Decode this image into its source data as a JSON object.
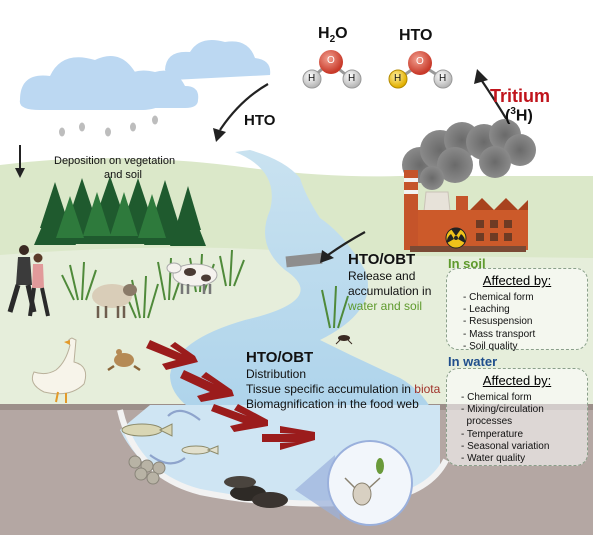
{
  "molecules": {
    "water": {
      "formula_main": "H",
      "formula_sub": "2",
      "formula_tail": "O",
      "atoms": {
        "o": "O",
        "h1": "H",
        "h2": "H"
      }
    },
    "hto": {
      "formula": "HTO",
      "atoms": {
        "o": "O",
        "t": "H",
        "h": "H"
      }
    }
  },
  "source": {
    "name": "Tritium",
    "symbol_open": "(",
    "symbol_sup": "3",
    "symbol_rest": "H)"
  },
  "labels": {
    "hto_air": "HTO",
    "deposition_line1": "Deposition on vegetation",
    "deposition_line2": "and soil",
    "release_title": "HTO/OBT",
    "release_line1": "Release and",
    "release_line2": "accumulation in",
    "release_line3_plain": "water and ",
    "release_line3_soil": "soil",
    "biota_title": "HTO/OBT",
    "biota_line1": "Distribution",
    "biota_line2_plain": "Tissue specific accumulation in ",
    "biota_line2_biota": "biota",
    "biota_line3": "Biomagnification in the food web"
  },
  "soil": {
    "title": "In soil",
    "affected": "Affected by:",
    "items": [
      "- Chemical form",
      "- Leaching",
      "- Resuspension",
      "- Mass transport",
      "- Soil quality"
    ]
  },
  "water": {
    "title": "In water",
    "affected": "Affected by:",
    "items": [
      "- Chemical form",
      "- Mixing/circulation",
      "  processes",
      "- Temperature",
      "- Seasonal variation",
      "- Water quality"
    ]
  },
  "colors": {
    "tritium": "#c0141c",
    "soil_heading": "#5e9a2c",
    "water_heading": "#1f4e8c",
    "biota": "#a0322a",
    "soil_word": "#5e9a2c",
    "arrow_red": "#9b1c1c",
    "oxygen": "#d9503f",
    "tritium_atom": "#f0c21a"
  }
}
